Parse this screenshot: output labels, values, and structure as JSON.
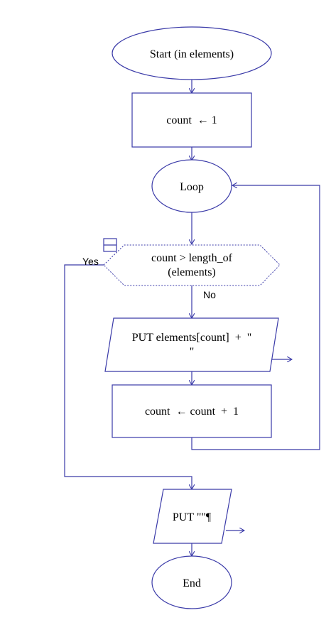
{
  "diagram": {
    "nodes": {
      "start": "Start (in elements)",
      "init": "count  ← 1",
      "loop": "Loop",
      "condition_line1": "count > length_of",
      "condition_line2": "(elements)",
      "put_elements_line1": "PUT elements[count]  +  \"",
      "put_elements_line2": "\"",
      "increment": "count  ← count  +  1",
      "put_newline": "PUT \"\"¶",
      "end": "End"
    },
    "edge_labels": {
      "yes": "Yes",
      "no": "No"
    },
    "colors": {
      "stroke": "#3a3aa8",
      "text": "#000000",
      "background": "#ffffff"
    }
  }
}
